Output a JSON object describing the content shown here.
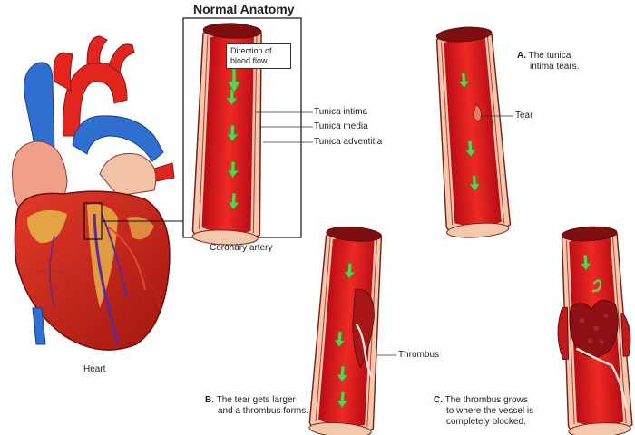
{
  "title": "Normal Anatomy",
  "labels": {
    "direction": "Direction of blood flow",
    "intima": "Tunica intima",
    "media": "Tunica media",
    "adventitia": "Tunica adventitia",
    "coronary_artery": "Coronary artery",
    "heart": "Heart",
    "tear": "Tear",
    "thrombus": "Thrombus"
  },
  "captions": {
    "a_letter": "A.",
    "a_text_1": "The tunica",
    "a_text_2": "intima tears.",
    "b_letter": "B.",
    "b_text_1": "The tear gets larger",
    "b_text_2": "and a thrombus forms.",
    "c_letter": "C.",
    "c_text_1": "The thrombus grows",
    "c_text_2": "to where the vessel is",
    "c_text_3": "completely blocked."
  },
  "colors": {
    "blood": "#d8141c",
    "vessel_wall": "#f2c3a8",
    "wall_dark": "#9c1f1c",
    "flow_arrow": "#5fcf4f",
    "vein": "#2f6fd0"
  }
}
